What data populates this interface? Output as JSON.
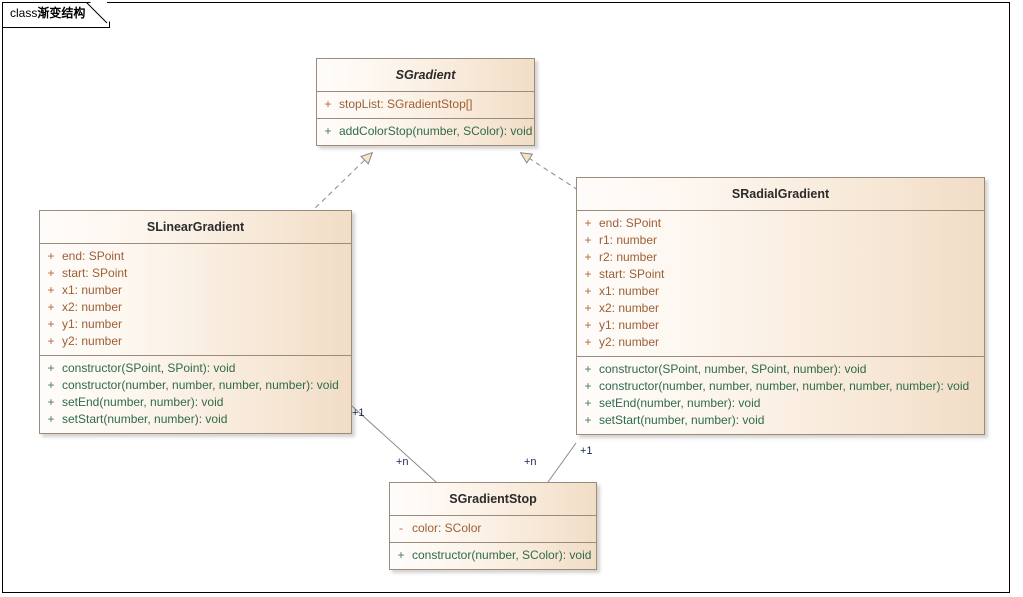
{
  "diagram": {
    "tab_label_prefix": "class",
    "tab_label_name": "渐变结构",
    "tab_label_full": "class渐变结构",
    "colors": {
      "box_border": "#9a8c79",
      "box_fill_light": "#fefcfa",
      "box_fill_dark": "#f1ddc6",
      "attribute_text": "#9d5f34",
      "operation_text": "#2f6b4a",
      "title_text": "#2b2b2b",
      "link_line": "#8d8880",
      "link_label_text": "#1b2a52",
      "frame_border": "#000000"
    }
  },
  "classes": {
    "sgradient": {
      "name": "SGradient",
      "stereotype": "abstract",
      "attributes": [
        {
          "visibility": "+",
          "text": "stopList: SGradientStop[]"
        }
      ],
      "operations": [
        {
          "visibility": "+",
          "text": "addColorStop(number, SColor): void"
        }
      ]
    },
    "slineargradient": {
      "name": "SLinearGradient",
      "stereotype": "concrete",
      "attributes": [
        {
          "visibility": "+",
          "text": "end: SPoint"
        },
        {
          "visibility": "+",
          "text": "start: SPoint"
        },
        {
          "visibility": "+",
          "text": "x1: number"
        },
        {
          "visibility": "+",
          "text": "x2: number"
        },
        {
          "visibility": "+",
          "text": "y1: number"
        },
        {
          "visibility": "+",
          "text": "y2: number"
        }
      ],
      "operations": [
        {
          "visibility": "+",
          "text": "constructor(SPoint, SPoint): void"
        },
        {
          "visibility": "+",
          "text": "constructor(number, number, number, number): void"
        },
        {
          "visibility": "+",
          "text": "setEnd(number, number): void"
        },
        {
          "visibility": "+",
          "text": "setStart(number, number): void"
        }
      ]
    },
    "sradialgradient": {
      "name": "SRadialGradient",
      "stereotype": "concrete",
      "attributes": [
        {
          "visibility": "+",
          "text": "end: SPoint"
        },
        {
          "visibility": "+",
          "text": "r1: number"
        },
        {
          "visibility": "+",
          "text": "r2: number"
        },
        {
          "visibility": "+",
          "text": "start: SPoint"
        },
        {
          "visibility": "+",
          "text": "x1: number"
        },
        {
          "visibility": "+",
          "text": "x2: number"
        },
        {
          "visibility": "+",
          "text": "y1: number"
        },
        {
          "visibility": "+",
          "text": "y2: number"
        }
      ],
      "operations": [
        {
          "visibility": "+",
          "text": "constructor(SPoint, number, SPoint, number): void"
        },
        {
          "visibility": "+",
          "text": "constructor(number, number, number, number, number, number): void"
        },
        {
          "visibility": "+",
          "text": "setEnd(number, number): void"
        },
        {
          "visibility": "+",
          "text": "setStart(number, number): void"
        }
      ]
    },
    "sgradientstop": {
      "name": "SGradientStop",
      "stereotype": "concrete",
      "attributes": [
        {
          "visibility": "-",
          "text": "color: SColor"
        }
      ],
      "operations": [
        {
          "visibility": "+",
          "text": "constructor(number, SColor): void"
        }
      ]
    }
  },
  "relationships": [
    {
      "kind": "realization",
      "from": "SLinearGradient",
      "to": "SGradient",
      "style": "dashed-hollow-triangle"
    },
    {
      "kind": "realization",
      "from": "SRadialGradient",
      "to": "SGradient",
      "style": "dashed-hollow-triangle"
    },
    {
      "kind": "association",
      "from": "SLinearGradient",
      "to": "SGradientStop",
      "style": "solid",
      "source_label": "+1",
      "target_label": "+n"
    },
    {
      "kind": "association",
      "from": "SRadialGradient",
      "to": "SGradientStop",
      "style": "solid",
      "source_label": "+1",
      "target_label": "+n"
    }
  ],
  "link_labels": {
    "linear_source": "+1",
    "linear_target": "+n",
    "radial_source": "+1",
    "radial_target": "+n"
  }
}
